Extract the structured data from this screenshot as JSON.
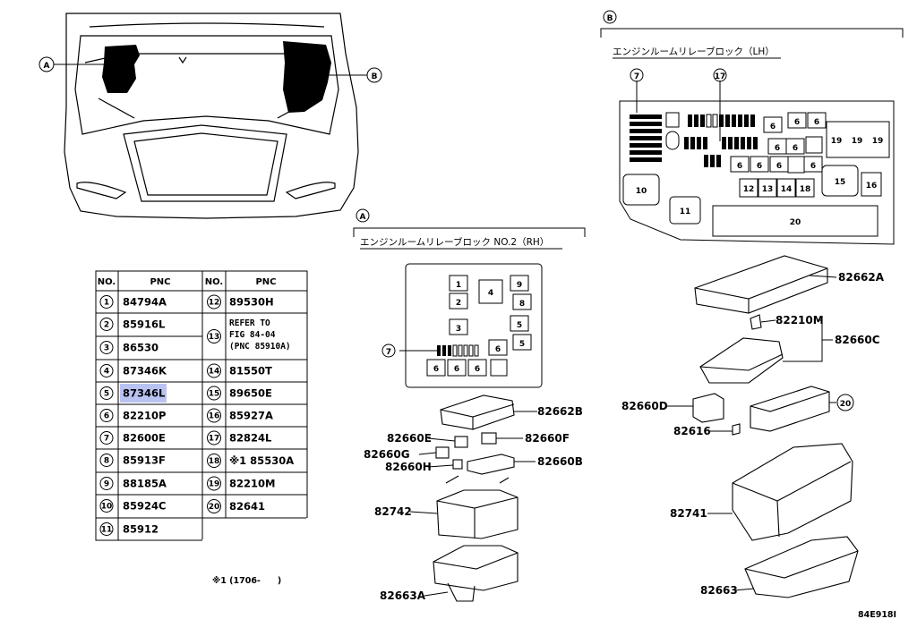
{
  "sections": {
    "a": {
      "marker": "A",
      "title": "エンジンルームリレーブロック NO.2（RH）"
    },
    "b": {
      "marker": "B",
      "title": "エンジンルームリレーブロック（LH）"
    }
  },
  "table": {
    "headers": [
      "NO.",
      "PNC",
      "NO.",
      "PNC"
    ],
    "left": [
      {
        "no": "1",
        "pnc": "84794A"
      },
      {
        "no": "2",
        "pnc": "85916L"
      },
      {
        "no": "3",
        "pnc": "86530"
      },
      {
        "no": "4",
        "pnc": "87346K"
      },
      {
        "no": "5",
        "pnc": "87346L"
      },
      {
        "no": "6",
        "pnc": "82210P"
      },
      {
        "no": "7",
        "pnc": "82600E"
      },
      {
        "no": "8",
        "pnc": "85913F"
      },
      {
        "no": "9",
        "pnc": "88185A"
      },
      {
        "no": "10",
        "pnc": "85924C"
      },
      {
        "no": "11",
        "pnc": "85912"
      }
    ],
    "right": [
      {
        "no": "12",
        "pnc": "89530H"
      },
      {
        "no": "13",
        "lines": [
          "REFER TO",
          "FIG 84-04",
          "(PNC 85910A)"
        ]
      },
      {
        "no": "14",
        "pnc": "81550T"
      },
      {
        "no": "15",
        "pnc": "89650E"
      },
      {
        "no": "16",
        "pnc": "85927A"
      },
      {
        "no": "17",
        "pnc": "82824L"
      },
      {
        "no": "18",
        "pnc": "※1 85530A"
      },
      {
        "no": "19",
        "pnc": "82210M"
      },
      {
        "no": "20",
        "pnc": "82641"
      }
    ]
  },
  "footnote": "※1 (1706-　　)",
  "labels_a": {
    "p82662B": "82662B",
    "p82660E": "82660E",
    "p82660F": "82660F",
    "p82660G": "82660G",
    "p82660H": "82660H",
    "p82660B": "82660B",
    "p82742": "82742",
    "p82663A": "82663A"
  },
  "labels_b": {
    "p82662A": "82662A",
    "p82210M": "82210M",
    "p82660C": "82660C",
    "p82660D": "82660D",
    "p82616": "82616",
    "p82741": "82741",
    "p82663": "82663"
  },
  "callouts": {
    "n7": "7",
    "n17": "17",
    "n20": "20",
    "n10": "10",
    "n11": "11",
    "n15": "15",
    "n16": "16",
    "n12": "12",
    "n13": "13",
    "n14": "14",
    "n18": "18",
    "n19": "19",
    "n6": "6",
    "n1": "1",
    "n2": "2",
    "n3": "3",
    "n4": "4",
    "n5": "5",
    "n8": "8",
    "n9": "9"
  },
  "figure_code": "84E918I",
  "colors": {
    "highlight": "#b9c3f2",
    "line": "#000000"
  }
}
